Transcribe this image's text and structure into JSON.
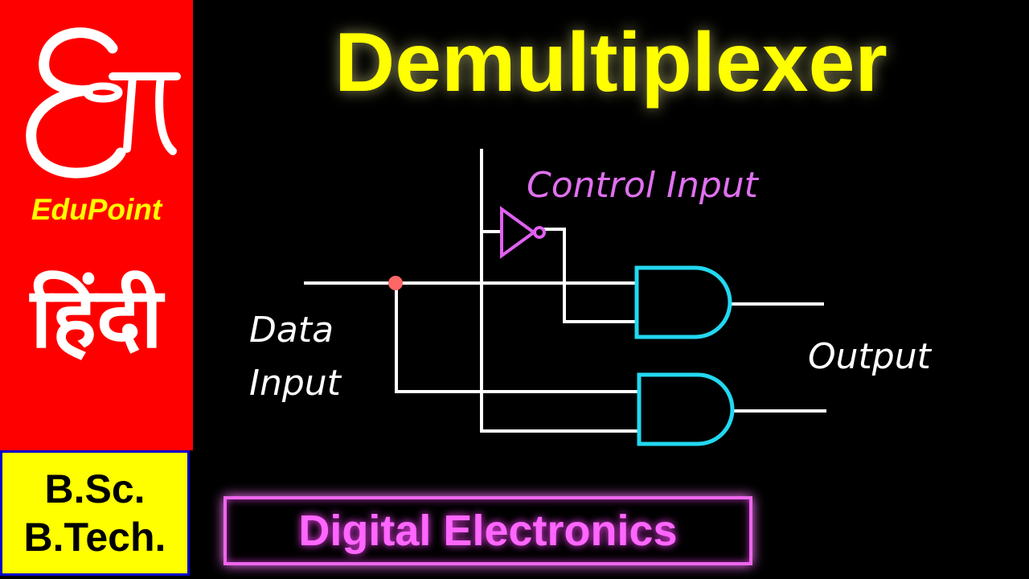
{
  "title": "Demultiplexer",
  "brand": {
    "name": "EduPoint",
    "language": "हिंदी",
    "logo_icon": "edupoint-logo-icon"
  },
  "course": {
    "line1": "B.Sc.",
    "line2": "B.Tech."
  },
  "subject": "Digital Electronics",
  "diagram": {
    "control_label": "Control Input",
    "data_label_line1": "Data",
    "data_label_line2": "Input",
    "output_label": "Output",
    "colors": {
      "wire": "#ffffff",
      "and_gate": "#22d8f0",
      "not_gate": "#e060f0",
      "junction": "#ff6666"
    }
  },
  "colors": {
    "sidebar": "#ff0000",
    "title": "#ffff00",
    "course_box": "#ffff00",
    "subject": "#ff66ff"
  }
}
